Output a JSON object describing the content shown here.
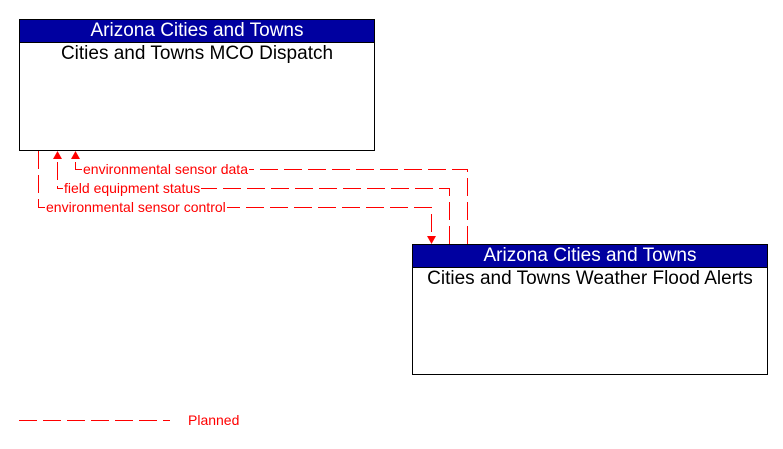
{
  "diagram": {
    "colors": {
      "header_bg": "#0000a0",
      "flow": "#ff0000",
      "border": "#000000"
    },
    "boxes": [
      {
        "id": "mco",
        "header": "Arizona Cities and Towns",
        "title": "Cities and Towns MCO Dispatch"
      },
      {
        "id": "flood",
        "header": "Arizona Cities and Towns",
        "title": "Cities and Towns Weather Flood Alerts"
      }
    ],
    "flows": [
      {
        "label": "environmental sensor data",
        "from": "flood",
        "to": "mco",
        "status": "Planned"
      },
      {
        "label": "field equipment status",
        "from": "flood",
        "to": "mco",
        "status": "Planned"
      },
      {
        "label": "environmental sensor control",
        "from": "mco",
        "to": "flood",
        "status": "Planned"
      }
    ],
    "legend": {
      "label": "Planned"
    }
  }
}
